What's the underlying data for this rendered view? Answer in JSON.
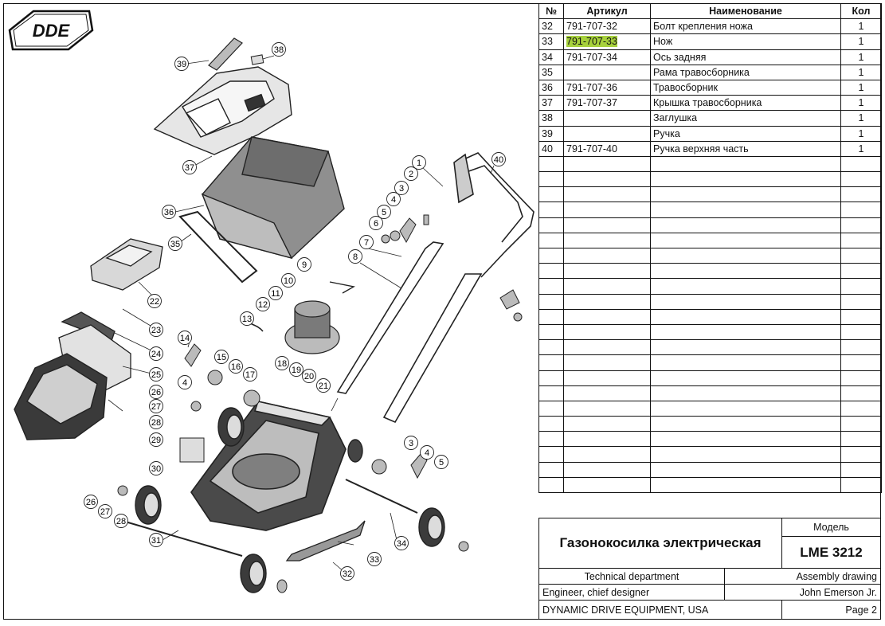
{
  "brand": {
    "logo_text": "DDE"
  },
  "table": {
    "headers": {
      "num": "№",
      "article": "Артикул",
      "name": "Наименование",
      "qty": "Кол"
    },
    "rows": [
      {
        "num": "32",
        "article": "791-707-32",
        "name": "Болт крепления ножа",
        "qty": "1",
        "highlight": false
      },
      {
        "num": "33",
        "article": "791-707-33",
        "name": "Нож",
        "qty": "1",
        "highlight": true
      },
      {
        "num": "34",
        "article": "791-707-34",
        "name": "Ось задняя",
        "qty": "1",
        "highlight": false
      },
      {
        "num": "35",
        "article": "",
        "name": "Рама травосборника",
        "qty": "1",
        "highlight": false
      },
      {
        "num": "36",
        "article": "791-707-36",
        "name": "Травосборник",
        "qty": "1",
        "highlight": false
      },
      {
        "num": "37",
        "article": "791-707-37",
        "name": "Крышка травосборника",
        "qty": "1",
        "highlight": false
      },
      {
        "num": "38",
        "article": "",
        "name": "Заглушка",
        "qty": "1",
        "highlight": false
      },
      {
        "num": "39",
        "article": "",
        "name": "Ручка",
        "qty": "1",
        "highlight": false
      },
      {
        "num": "40",
        "article": "791-707-40",
        "name": "Ручка верхняя часть",
        "qty": "1",
        "highlight": false
      }
    ],
    "empty_rows": 22,
    "highlight_color": "#a7d13c"
  },
  "title_block": {
    "product_title": "Газонокосилка электрическая",
    "model_label": "Модель",
    "model": "LME 3212",
    "department": "Technical department",
    "drawing_type": "Assembly drawing",
    "role": "Engineer, chief designer",
    "engineer": "John Emerson Jr.",
    "company": "DYNAMIC DRIVE EQUIPMENT, USA",
    "page": "Page 2"
  },
  "callouts": [
    "1",
    "2",
    "3",
    "4",
    "5",
    "6",
    "7",
    "8",
    "9",
    "10",
    "11",
    "12",
    "13",
    "14",
    "15",
    "16",
    "17",
    "18",
    "19",
    "20",
    "21",
    "22",
    "23",
    "24",
    "25",
    "26",
    "27",
    "28",
    "29",
    "30",
    "31",
    "32",
    "33",
    "34",
    "35",
    "36",
    "37",
    "38",
    "39",
    "40",
    "26",
    "27",
    "28",
    "4",
    "3",
    "4",
    "5"
  ]
}
